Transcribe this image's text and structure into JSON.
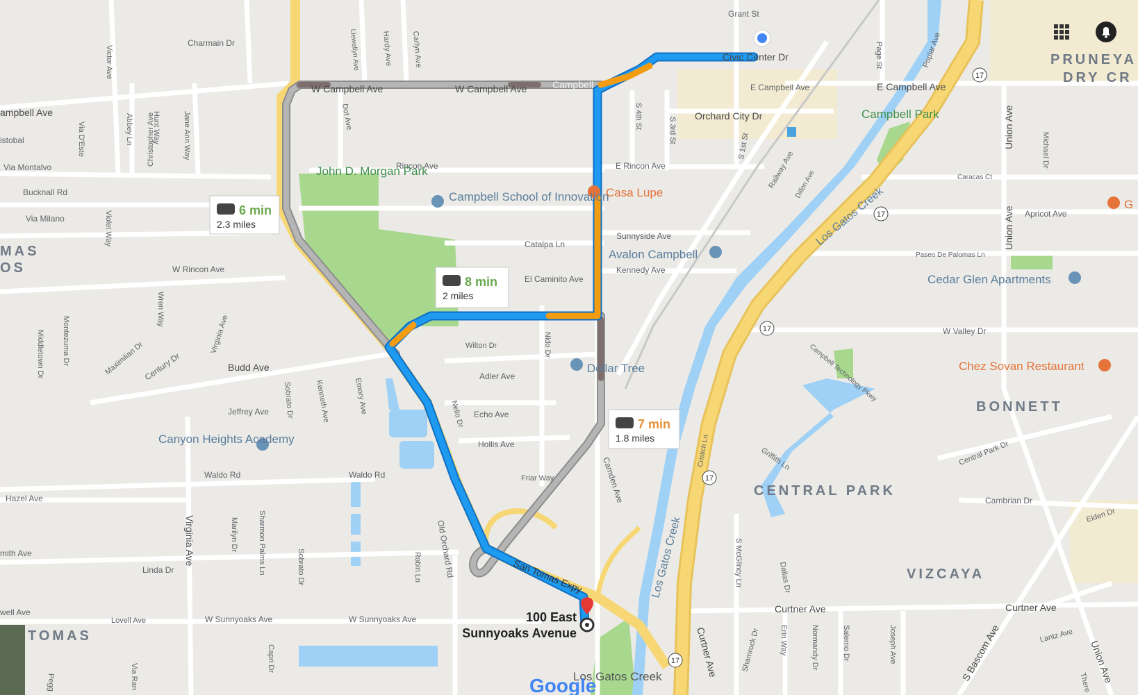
{
  "map": {
    "streets": {
      "grant": "Grant St",
      "charmain": "Charmain Dr",
      "campbell_ave_w": "ampbell Ave",
      "w_campbell_1": "W Campbell Ave",
      "w_campbell_2": "W Campbell Ave",
      "campbell_dot": "Campbell",
      "e_campbell_small": "E Campbell Ave",
      "e_campbell": "E Campbell Ave",
      "orchard_city": "Orchard City Dr",
      "civic_center": "Civic Center Dr",
      "stobal": "istobal",
      "via_montalvo": "Via Montalvo",
      "bucknall": "Bucknall Rd",
      "via_milano": "Via Milano",
      "rincon": "Rincon Ave",
      "e_rincon": "E Rincon Ave",
      "w_rincon": "W Rincon Ave",
      "catalpa": "Catalpa Ln",
      "sunnyside": "Sunnyside Ave",
      "kennedy": "Kennedy Ave",
      "el_caminito": "El Caminito Ave",
      "wilton": "Wilton Dr",
      "adler": "Adler Ave",
      "echo": "Echo Ave",
      "hollis": "Hollis Ave",
      "friar": "Friar Way",
      "budd": "Budd Ave",
      "jeffrey": "Jeffrey Ave",
      "century": "Century Dr",
      "maximilian": "Maximilian Dr",
      "waldo_1": "Waldo Rd",
      "waldo_2": "Waldo Rd",
      "hazel": "Hazel Ave",
      "smith": "mith Ave",
      "linda": "Linda Dr",
      "lovell": "Lovell Ave",
      "lovell_w": "well Ave",
      "w_sunnyoaks_1": "W Sunnyoaks Ave",
      "w_sunnyoaks_2": "W Sunnyoaks Ave",
      "san_tomas": "San Tomas Expy",
      "camden": "Camden Ave",
      "los_gatos_creek_1": "Los Gatos Creek",
      "los_gatos_creek_2": "Los Gatos Creek",
      "curtner_ave_1": "Curtner Ave",
      "curtner_ave_2": "Curtner Ave",
      "curtner_vert": "Curtner Ave",
      "caracas": "Caracas Ct",
      "apricot": "Apricot Ave",
      "paseo": "Paseo De Palomas Ln",
      "w_valley": "W Valley Dr",
      "central_park_dr": "Central Park Dr",
      "cambrian": "Cambrian Dr",
      "elden": "Elden Dr",
      "lantz": "Lantz Ave",
      "s_bascom": "S Bascom Ave",
      "union_1": "Union Ave",
      "union_2": "Union Ave",
      "union_3": "Union Ave",
      "virginia_ave": "Virginia Ave",
      "virginia_ave2": "Virginia Ave",
      "old_orchard": "Old Orchard Rd",
      "robin": "Robin Ln",
      "nello": "Nello Dr",
      "nido": "Nido Dr",
      "emory": "Emory Ave",
      "kenneth": "Kenneth Ave",
      "sobrato_1": "Sobrato Dr",
      "sobrato_2": "Sobrato Dr",
      "sharmon": "Sharmon Palms Ln",
      "marilyn": "Marilyn Dr",
      "capri": "Capri Dr",
      "victor": "Victor Ave",
      "via_deste": "Via D'Este",
      "abbey": "Abbey Ln",
      "hunt": "Hunt Way",
      "jane_ann": "Jane Ann Way",
      "christopher": "Christopher Ave",
      "dot": "Dot Ave",
      "llewellyn": "Llewellyn Ave",
      "hardy": "Hardy Ave",
      "carlyn": "Carlyn Ave",
      "s_4th": "S 4th St",
      "s_3rd": "S 3rd St",
      "s_1st": "S 1st St",
      "railway": "Railway Ave",
      "dillon": "Dillon Ave",
      "page": "Page St",
      "poplar": "Poplar Ave",
      "michael": "Michael Dr",
      "violet": "Violet Way",
      "wren": "Wren Way",
      "middletown": "Middletown Dr",
      "montezuma": "Montezuma Dr",
      "campbell_tech": "Campbell Technology Pkwy",
      "griffith": "Griffith Ln",
      "cristich": "Cristich Ln",
      "s_mcglincy": "S McGlincy Ln",
      "dallas": "Dallas Dr",
      "shamrock": "Shamrock Dr",
      "erin": "Erin Way",
      "normandy": "Normandy Dr",
      "salerno": "Salerno Dr",
      "joseph": "Joseph Ave",
      "via_ran": "Via Ran",
      "pegg": "Pegg",
      "there": "There"
    },
    "places": {
      "john_morgan_park": "John D. Morgan Park",
      "campbell_school": "Campbell School of Innovation",
      "casa_lupe": "Casa Lupe",
      "avalon": "Avalon Campbell",
      "dollar_tree": "Dollar Tree",
      "canyon_heights": "Canyon Heights Academy",
      "campbell_park": "Campbell Park",
      "cedar_glen": "Cedar Glen Apartments",
      "chez_sovan": "Chez Sovan Restaurant",
      "los_gatos_creek_park": "Los Gatos Creek",
      "g_cut": "G"
    },
    "neighborhoods": {
      "bonnett": "BONNETT",
      "central_park": "CENTRAL PARK",
      "vizcaya": "VIZCAYA",
      "pruneyard": "PRUNEYA",
      "dry_creek": "DRY CR",
      "mas": "MAS",
      "os": "OS",
      "tomas": "TOMAS"
    },
    "highway_shields": [
      "17",
      "17",
      "17",
      "17",
      "17"
    ],
    "destination": {
      "line1": "100 East",
      "line2": "Sunnyoaks Avenue"
    },
    "routes": [
      {
        "time": "6 min",
        "distance": "2.3 miles",
        "time_color": "#6aa84f",
        "selected": false
      },
      {
        "time": "8 min",
        "distance": "2 miles",
        "time_color": "#6aa84f",
        "selected": true
      },
      {
        "time": "7 min",
        "distance": "1.8 miles",
        "time_color": "#e69138",
        "selected": false
      }
    ],
    "colors": {
      "route_selected": "#1e9bf0",
      "route_alt": "#a6a6a6",
      "traffic_moderate": "#f39c12",
      "traffic_heavy": "#7f6e6e",
      "highway": "#f7d774",
      "park": "#a8d88e",
      "water": "#9fd0f5"
    },
    "logo": "Google"
  }
}
